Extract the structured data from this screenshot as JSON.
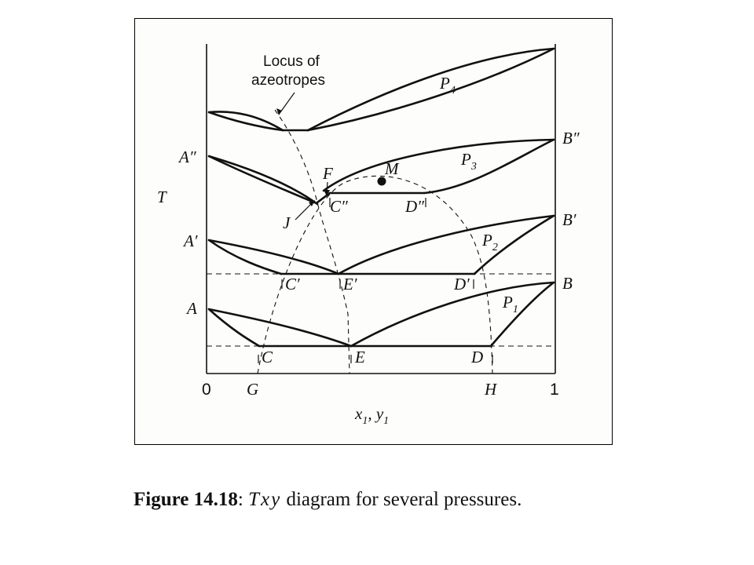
{
  "diagram": {
    "axis": {
      "y_label": "T",
      "x_label_main": "x",
      "x_label_sub1": "1",
      "x_label_sep": ", y",
      "x_label_sub2": "1",
      "x_min_tick": "0",
      "x_max_tick": "1"
    },
    "annotation": {
      "line1": "Locus of",
      "line2": "azeotropes"
    },
    "pressures": [
      {
        "name": "P",
        "sub": "1"
      },
      {
        "name": "P",
        "sub": "2"
      },
      {
        "name": "P",
        "sub": "3"
      },
      {
        "name": "P",
        "sub": "4"
      }
    ],
    "points": {
      "A": "A",
      "A_prime": "A′",
      "A_dprime": "A″",
      "B": "B",
      "B_prime": "B′",
      "B_dprime": "B″",
      "C": "C",
      "C_prime": "C′",
      "C_dprime": "C″",
      "D": "D",
      "D_prime": "D′",
      "D_dprime": "D″",
      "E": "E",
      "E_prime": "E′",
      "F": "F",
      "G": "G",
      "H": "H",
      "J": "J",
      "M": "M"
    }
  },
  "caption": {
    "figure_number": "Figure 14.18",
    "colon": ": ",
    "symbol": "Txy",
    "text": " diagram for several pressures."
  }
}
